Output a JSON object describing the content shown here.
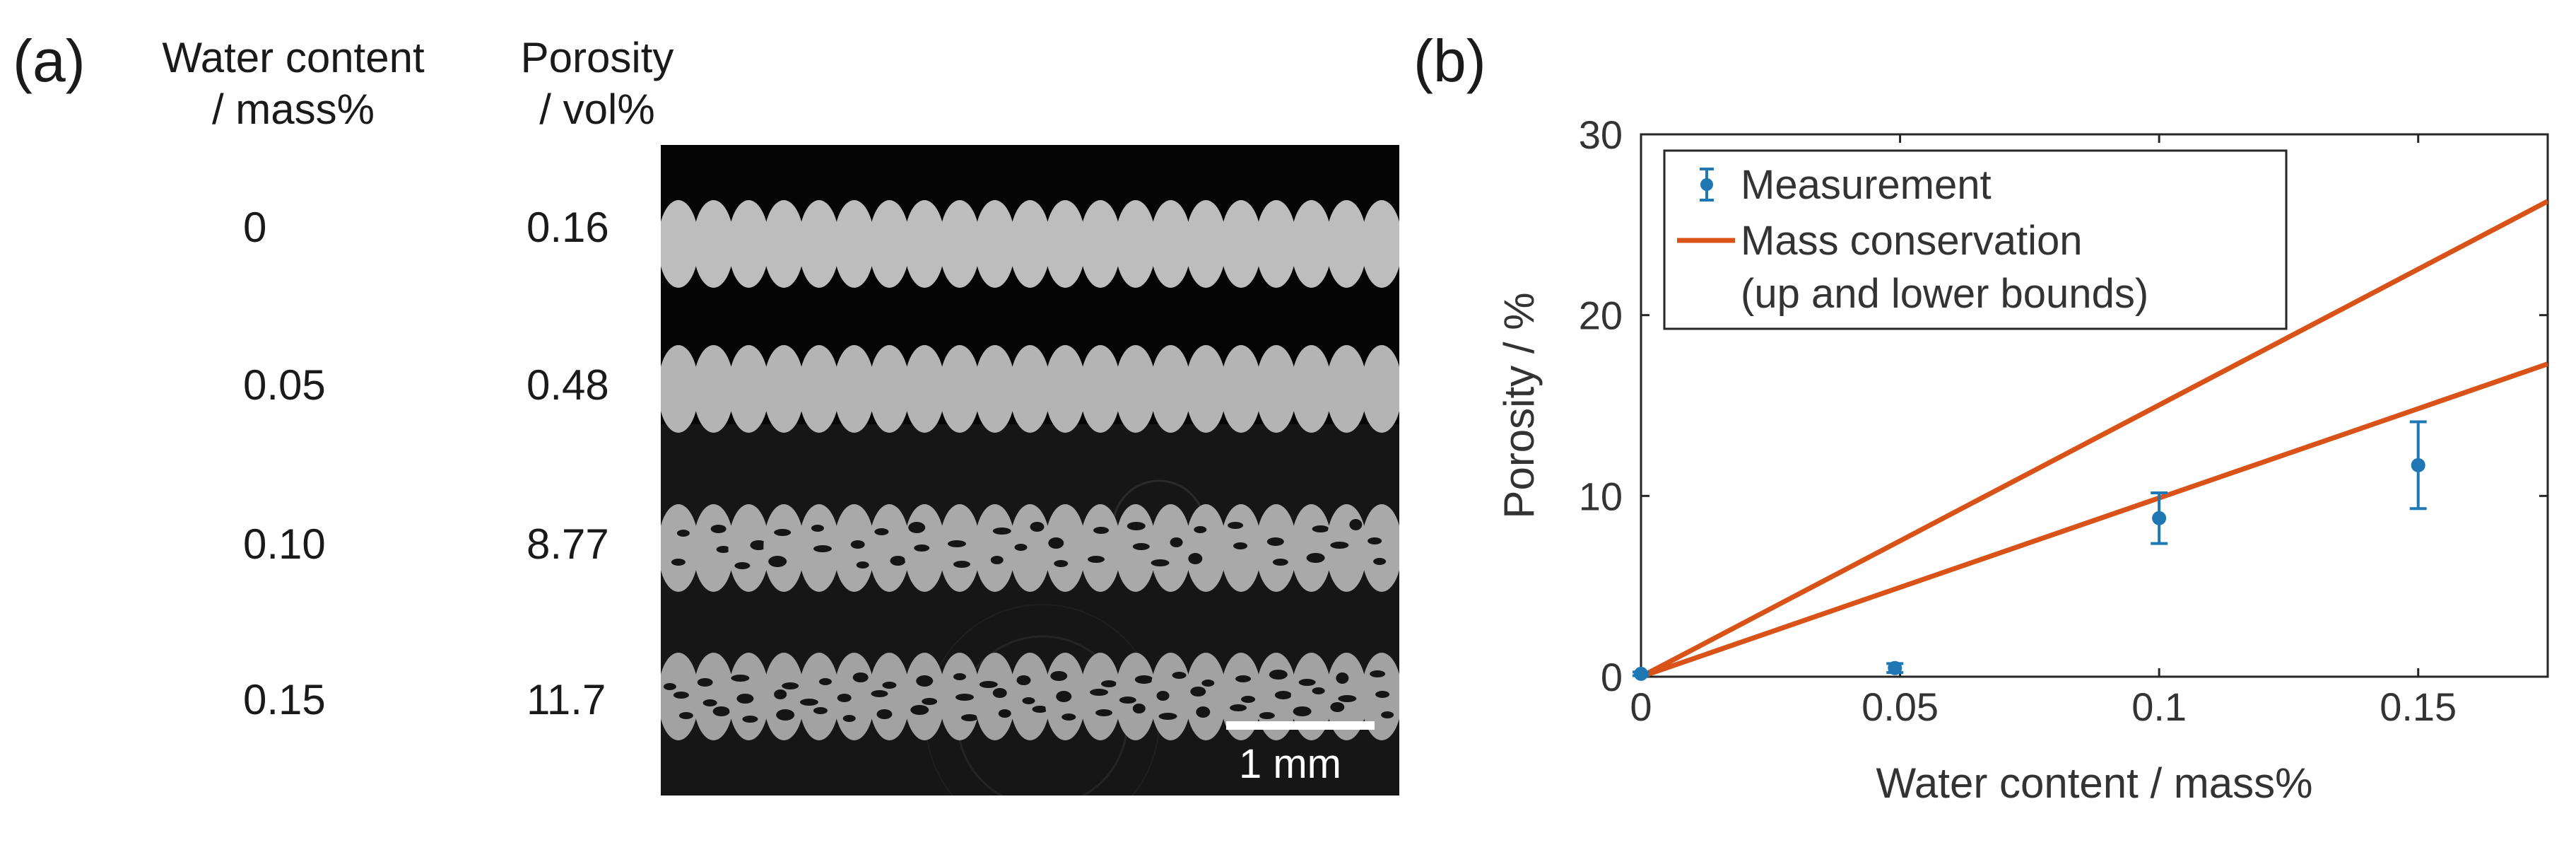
{
  "panel_a": {
    "label": "(a)",
    "header_water_line1": "Water content",
    "header_water_line2": "/ mass%",
    "header_porosity_line1": "Porosity",
    "header_porosity_line2": "/ vol%",
    "rows": [
      {
        "water": "0",
        "porosity": "0.16"
      },
      {
        "water": "0.05",
        "porosity": "0.48"
      },
      {
        "water": "0.10",
        "porosity": "8.77"
      },
      {
        "water": "0.15",
        "porosity": "11.7"
      }
    ],
    "scale_bar_label": "1 mm"
  },
  "panel_b": {
    "label": "(b)"
  },
  "chart_data": {
    "type": "scatter",
    "title": "",
    "xlabel": "Water content / mass%",
    "ylabel": "Porosity / %",
    "xlim": [
      0,
      0.175
    ],
    "ylim": [
      0,
      30
    ],
    "xticks": [
      0,
      0.05,
      0.1,
      0.15
    ],
    "xtick_labels": [
      "0",
      "0.05",
      "0.1",
      "0.15"
    ],
    "yticks": [
      0,
      10,
      20,
      30
    ],
    "ytick_labels": [
      "0",
      "10",
      "20",
      "30"
    ],
    "grid": false,
    "legend_position": "top-left",
    "series": [
      {
        "name": "Measurement",
        "kind": "errorbar",
        "color": "#1f77b4",
        "points": [
          {
            "x": 0,
            "y": 0.16,
            "yerr": 0.1
          },
          {
            "x": 0.049,
            "y": 0.48,
            "yerr": 0.25
          },
          {
            "x": 0.1,
            "y": 8.77,
            "yerr": 1.4
          },
          {
            "x": 0.15,
            "y": 11.7,
            "yerr": 2.4
          }
        ]
      },
      {
        "name": "Mass conservation",
        "name_line2": "(up and lower bounds)",
        "kind": "lines",
        "color": "#d95319",
        "lines": [
          {
            "x": [
              0,
              0.175
            ],
            "y": [
              0,
              26.3
            ]
          },
          {
            "x": [
              0,
              0.175
            ],
            "y": [
              0,
              17.3
            ]
          }
        ]
      }
    ]
  }
}
